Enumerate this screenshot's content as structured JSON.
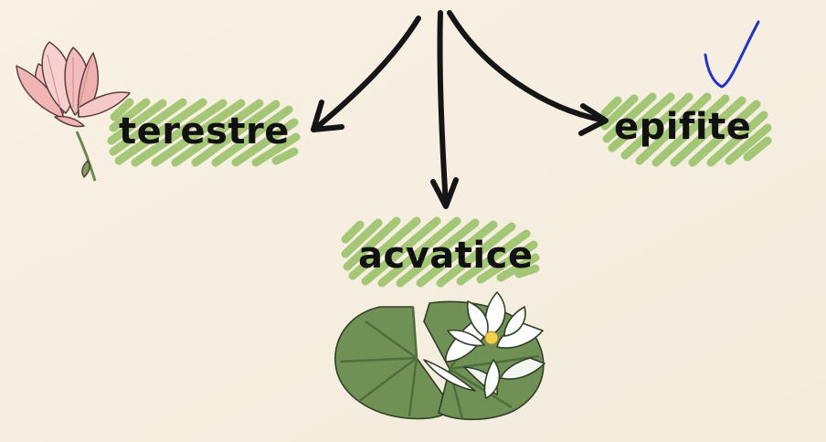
{
  "categories": {
    "terrestrial": "terestre",
    "epiphytic": "epifite",
    "aquatic": "acvatice"
  },
  "colors": {
    "background": "#f6efe2",
    "highlight": "#9bc26a",
    "text": "#111111",
    "arrow": "#151515",
    "checkmark": "#2233cc",
    "lily_pad": "#6f9155",
    "lily_pad_dark": "#4f6e3b",
    "magnolia_pink": "#f1b5b5",
    "water_lily_white": "#ffffff"
  },
  "icons": [
    "magnolia-flower-icon",
    "water-lily-icon",
    "checkmark-icon"
  ]
}
